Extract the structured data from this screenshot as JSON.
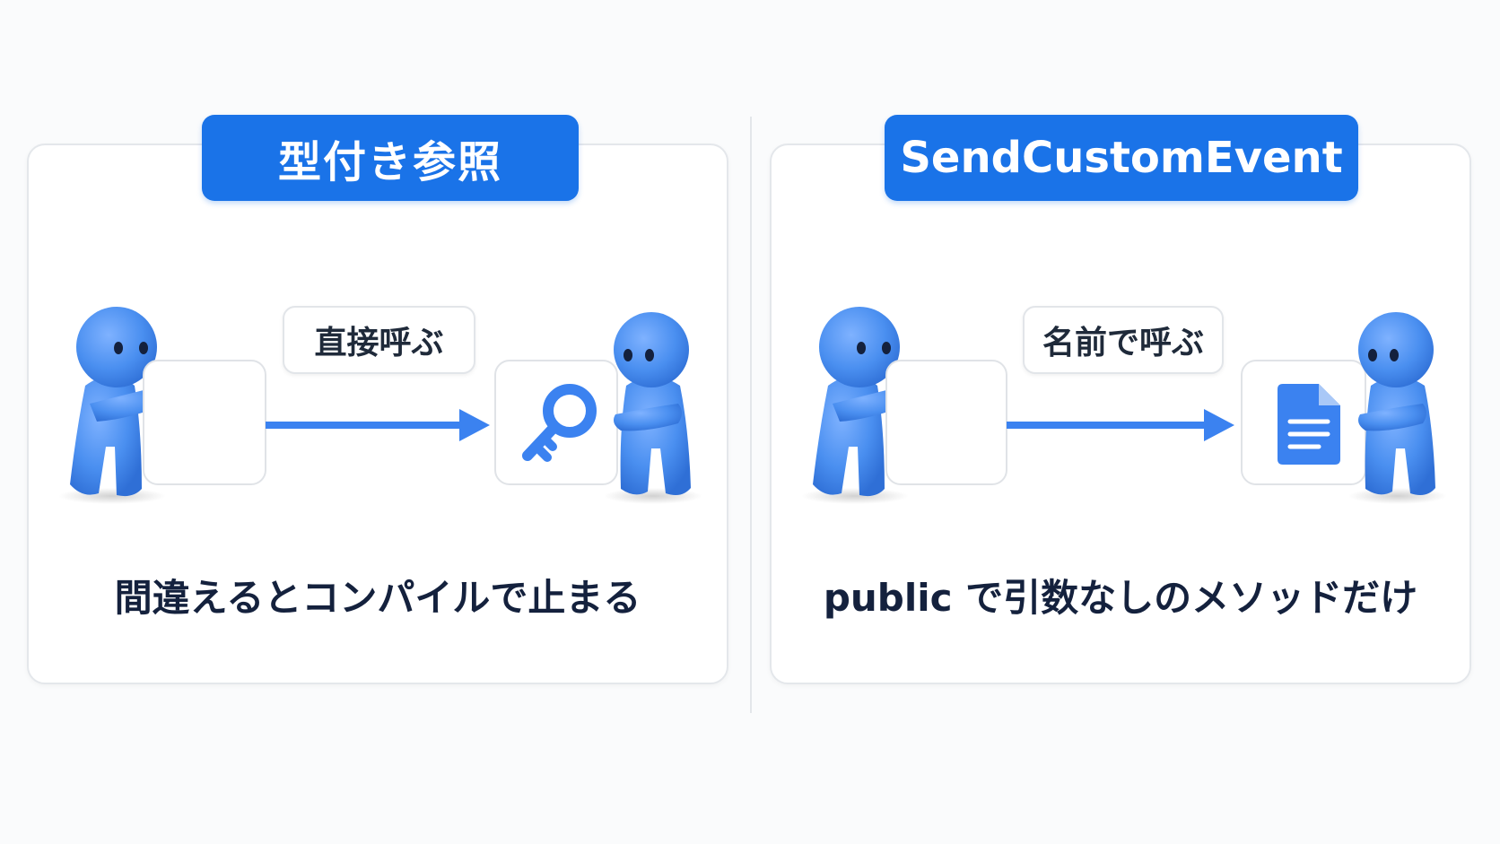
{
  "colors": {
    "accent": "#1a73e8",
    "figure": "#4a8ff0",
    "text": "#14213d"
  },
  "left": {
    "title": "型付き参照",
    "label": "直接呼ぶ",
    "caption": "間違えるとコンパイルで止まる",
    "target_icon": "key-icon"
  },
  "right": {
    "title": "SendCustomEvent",
    "label": "名前で呼ぶ",
    "caption": "public で引数なしのメソッドだけ",
    "target_icon": "document-icon"
  }
}
